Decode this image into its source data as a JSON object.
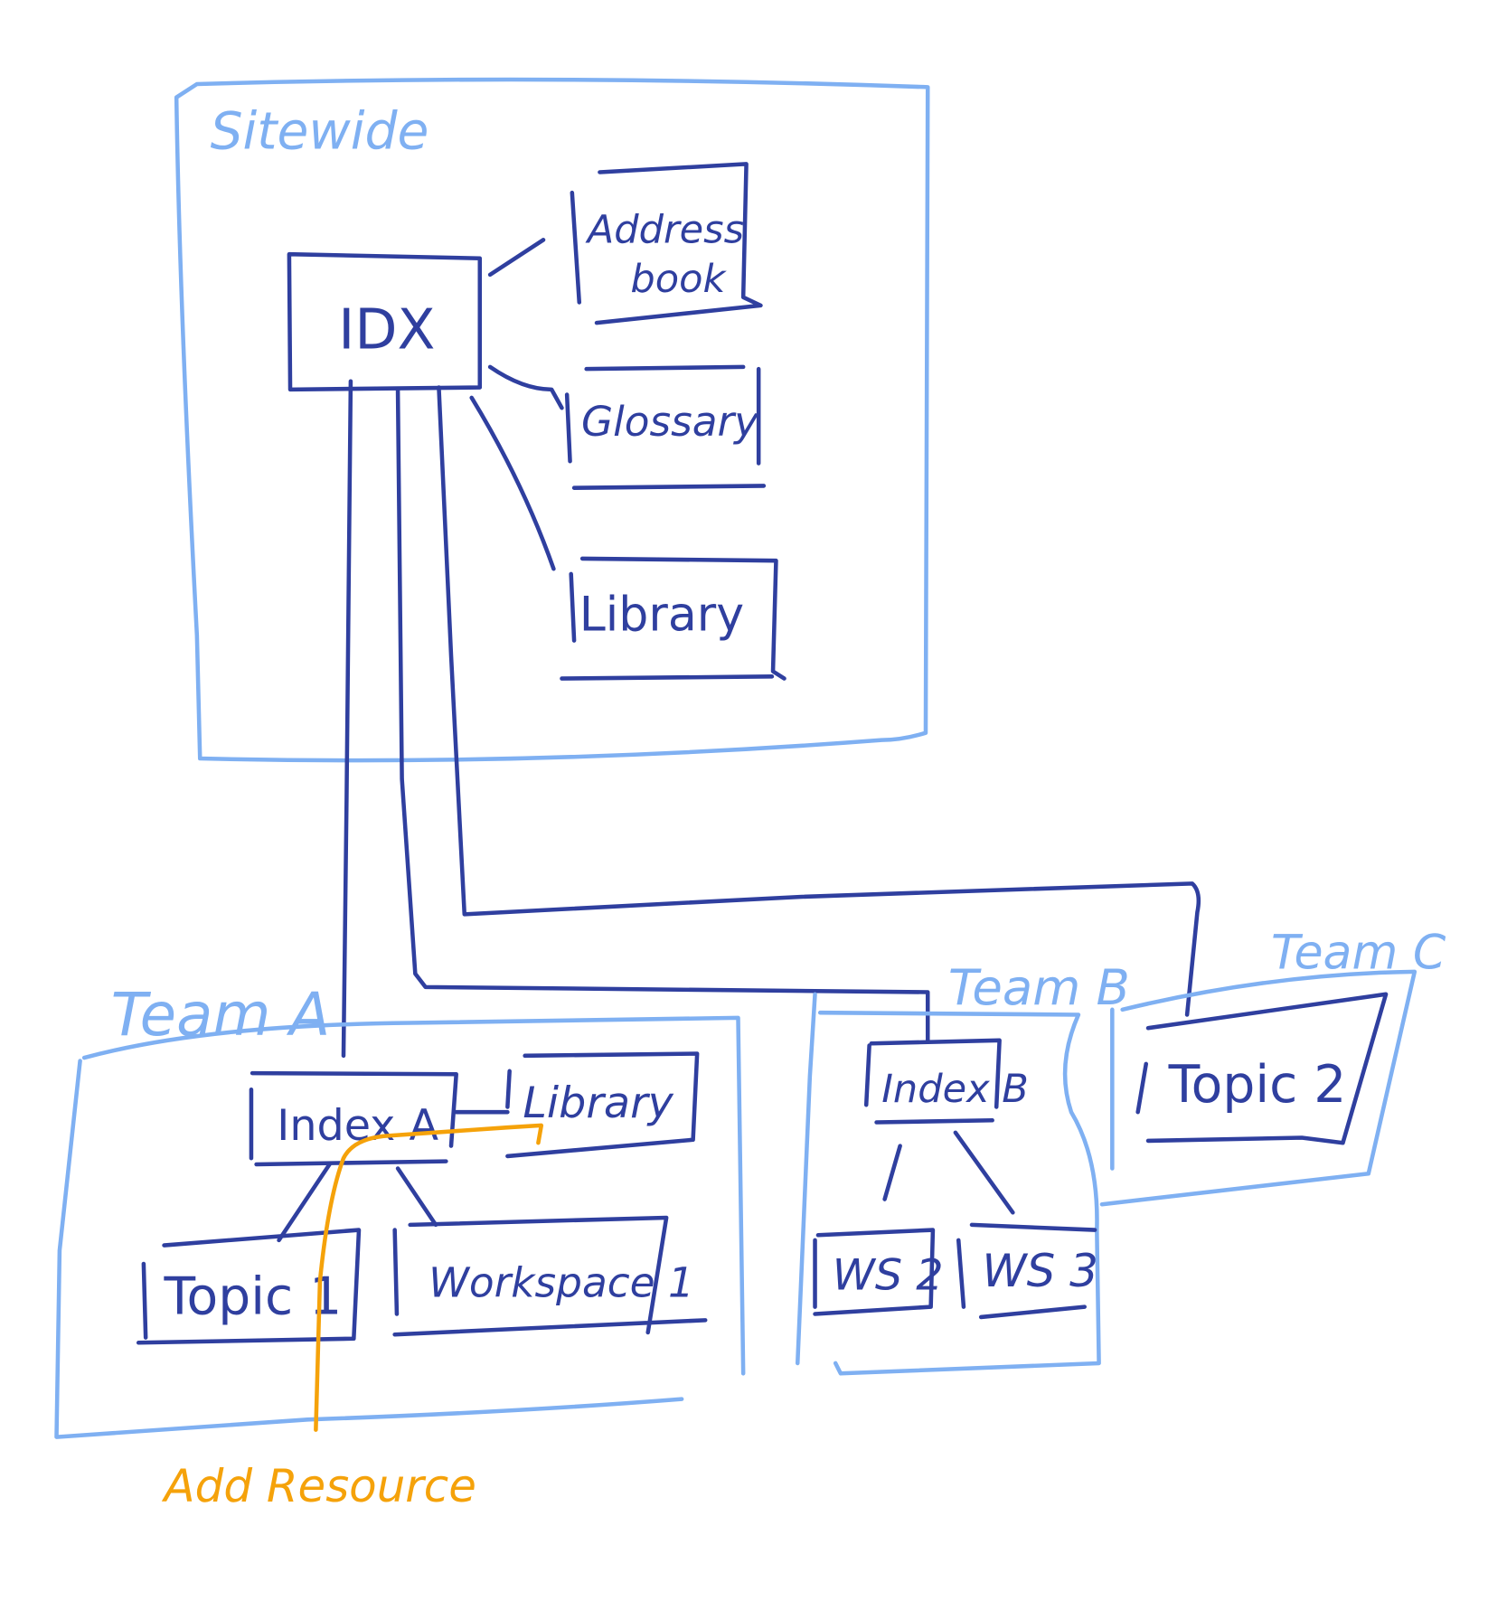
{
  "colors": {
    "container": "#7fb0f2",
    "node": "#2f3f9f",
    "annotation": "#f5a20a"
  },
  "sitewide": {
    "label": "Sitewide",
    "idx": "IDX",
    "address_book": [
      "Address",
      "book"
    ],
    "glossary": "Glossary",
    "library": "Library"
  },
  "team_a": {
    "label": "Team A",
    "index": "Index A",
    "library": "Library",
    "topic": "Topic 1",
    "workspace": "Workspace 1"
  },
  "team_b": {
    "label": "Team B",
    "index": "Index B",
    "ws2": "WS 2",
    "ws3": "WS 3"
  },
  "team_c": {
    "label": "Team C",
    "topic": "Topic 2"
  },
  "annotation": "Add Resource"
}
